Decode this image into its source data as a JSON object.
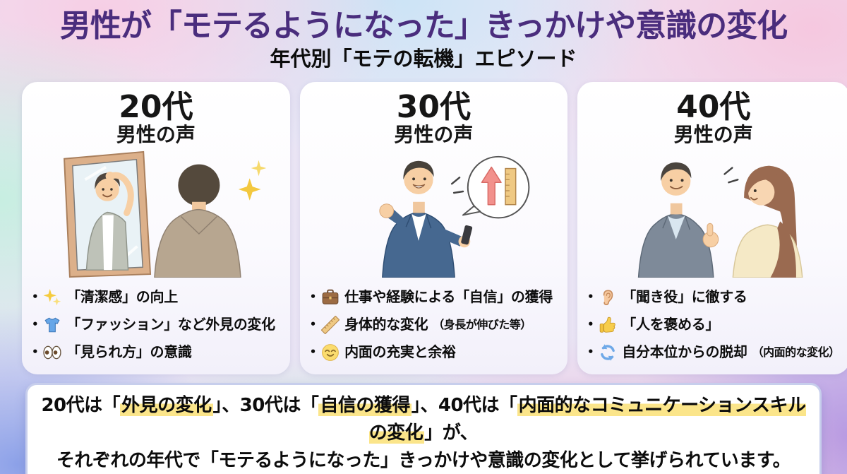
{
  "header": {
    "title": "男性が「モテるようになった」きっかけや意識の変化",
    "subtitle": "年代別「モテの転機」エピソード"
  },
  "cards": [
    {
      "age_label": "20代",
      "voice_label": "男性の声",
      "illustration": "man-checking-hair-in-mirror",
      "bullets": [
        {
          "icon": "sparkles-icon",
          "text": "「清潔感」の向上",
          "note": ""
        },
        {
          "icon": "tshirt-icon",
          "text": "「ファッション」など外見の変化",
          "note": ""
        },
        {
          "icon": "eyes-icon",
          "text": "「見られ方」の意識",
          "note": ""
        }
      ]
    },
    {
      "age_label": "30代",
      "voice_label": "男性の声",
      "illustration": "businessman-with-growth-speech-bubble",
      "bullets": [
        {
          "icon": "briefcase-icon",
          "text": "仕事や経験による「自信」の獲得",
          "note": ""
        },
        {
          "icon": "ruler-icon",
          "text": "身体的な変化",
          "note": "（身長が伸びた等）"
        },
        {
          "icon": "smiley-icon",
          "text": "内面の充実と余裕",
          "note": ""
        }
      ]
    },
    {
      "age_label": "40代",
      "voice_label": "男性の声",
      "illustration": "man-and-woman-talking",
      "bullets": [
        {
          "icon": "ear-icon",
          "text": "「聞き役」に徹する",
          "note": ""
        },
        {
          "icon": "thumbsup-icon",
          "text": "「人を褒める」",
          "note": ""
        },
        {
          "icon": "cycle-icon",
          "text": "自分本位からの脱却",
          "note": "（内面的な変化）"
        }
      ]
    }
  ],
  "summary": {
    "line1_parts": [
      {
        "t": "20代は「",
        "hl": false
      },
      {
        "t": "外見の変化",
        "hl": true
      },
      {
        "t": "」、30代は「",
        "hl": false
      },
      {
        "t": "自信の獲得",
        "hl": true
      },
      {
        "t": "」、40代は「",
        "hl": false
      },
      {
        "t": "内面的なコミュニケーションスキルの変化",
        "hl": true
      },
      {
        "t": "」が、",
        "hl": false
      }
    ],
    "line2": "それぞれの年代で「モテるようになった」きっかけや意識の変化として挙げられています。"
  },
  "colors": {
    "title_purple": "#4A2D7D",
    "highlight_yellow": "#FBE58A",
    "summary_border": "#C7CEEC",
    "card_background": "#FCFCFE"
  }
}
